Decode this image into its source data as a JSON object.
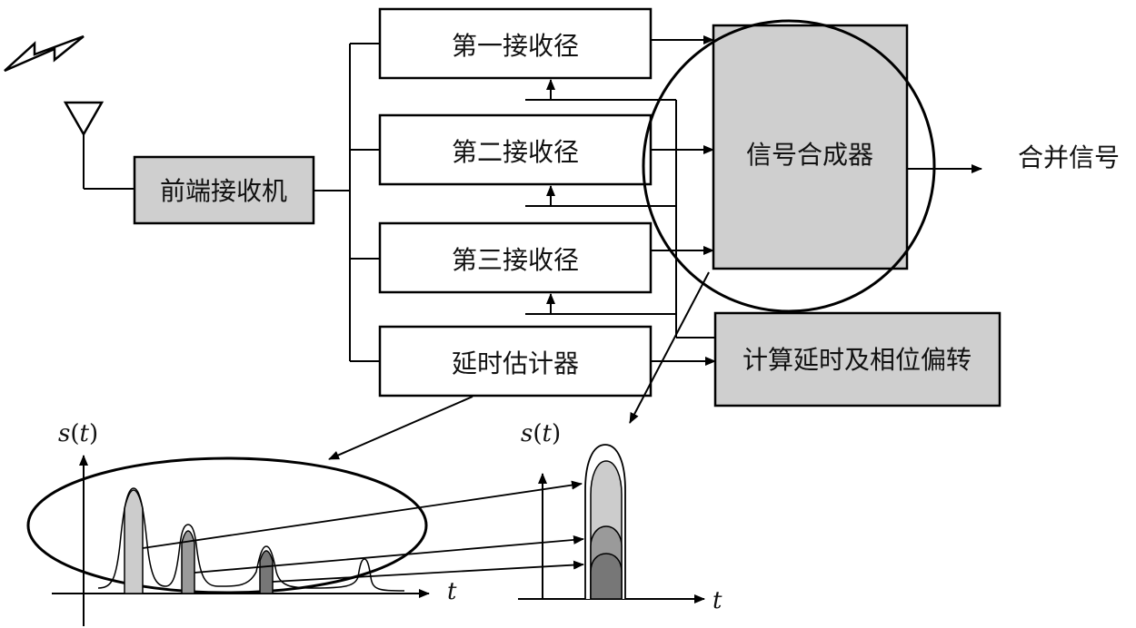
{
  "blocks": {
    "front_end": "前端接收机",
    "path1": "第一接收径",
    "path2": "第二接收径",
    "path3": "第三接收径",
    "delay_estimator": "延时估计器",
    "combiner": "信号合成器",
    "compute": "计算延时及相位偏转",
    "output": "合并信号"
  },
  "plots": {
    "left": {
      "y_label_s": "s",
      "y_label_t": "t",
      "x_label": "t"
    },
    "right": {
      "y_label_s": "s",
      "y_label_t": "t",
      "x_label": "t"
    }
  },
  "colors": {
    "block_gray": "#cfcfcf",
    "pulse_light": "#cccccc",
    "pulse_mid": "#9a9a9a",
    "pulse_dark": "#777777"
  }
}
